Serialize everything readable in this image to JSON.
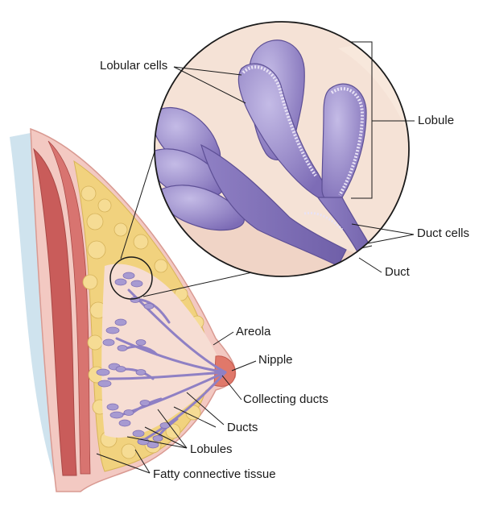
{
  "labels": {
    "lobular_cells": "Lobular cells",
    "lobule": "Lobule",
    "duct_cells": "Duct cells",
    "duct": "Duct",
    "areola": "Areola",
    "nipple": "Nipple",
    "collecting_ducts": "Collecting ducts",
    "ducts": "Ducts",
    "lobules": "Lobules",
    "fatty_tissue": "Fatty connective tissue"
  },
  "colors": {
    "skin": "#f3c9c2",
    "muscle": "#c95c5a",
    "fat": "#f1d27e",
    "tissue": "#f6ddd3",
    "gland": "#a79ad1",
    "gland_dark": "#7f6fb5",
    "nipple": "#e0786a"
  }
}
